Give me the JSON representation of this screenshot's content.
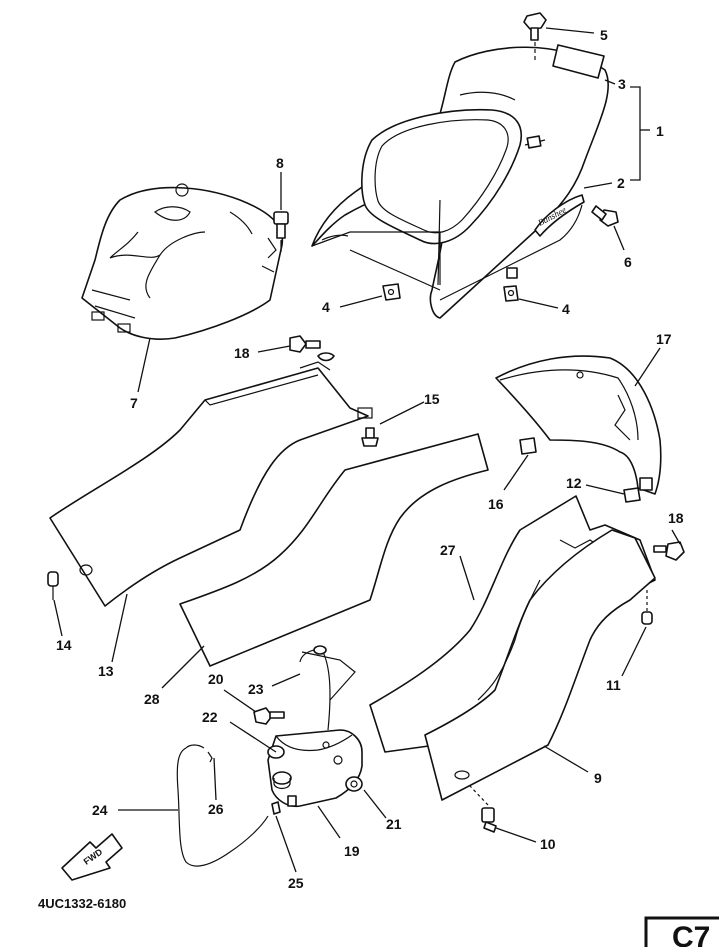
{
  "diagram": {
    "drawing_code": "4UC1332-6180",
    "page_label": "C7",
    "fwd_label": "FWD",
    "callouts": [
      {
        "id": "c1",
        "text": "1"
      },
      {
        "id": "c2",
        "text": "2"
      },
      {
        "id": "c3",
        "text": "3"
      },
      {
        "id": "c4a",
        "text": "4"
      },
      {
        "id": "c4b",
        "text": "4"
      },
      {
        "id": "c5",
        "text": "5"
      },
      {
        "id": "c6",
        "text": "6"
      },
      {
        "id": "c7",
        "text": "7"
      },
      {
        "id": "c8",
        "text": "8"
      },
      {
        "id": "c9",
        "text": "9"
      },
      {
        "id": "c10",
        "text": "10"
      },
      {
        "id": "c11",
        "text": "11"
      },
      {
        "id": "c12",
        "text": "12"
      },
      {
        "id": "c13",
        "text": "13"
      },
      {
        "id": "c14",
        "text": "14"
      },
      {
        "id": "c15",
        "text": "15"
      },
      {
        "id": "c16",
        "text": "16"
      },
      {
        "id": "c17",
        "text": "17"
      },
      {
        "id": "c18a",
        "text": "18"
      },
      {
        "id": "c18b",
        "text": "18"
      },
      {
        "id": "c19",
        "text": "19"
      },
      {
        "id": "c20",
        "text": "20"
      },
      {
        "id": "c21",
        "text": "21"
      },
      {
        "id": "c22",
        "text": "22"
      },
      {
        "id": "c23",
        "text": "23"
      },
      {
        "id": "c24",
        "text": "24"
      },
      {
        "id": "c25",
        "text": "25"
      },
      {
        "id": "c26",
        "text": "26"
      },
      {
        "id": "c27",
        "text": "27"
      },
      {
        "id": "c28",
        "text": "28"
      }
    ]
  }
}
